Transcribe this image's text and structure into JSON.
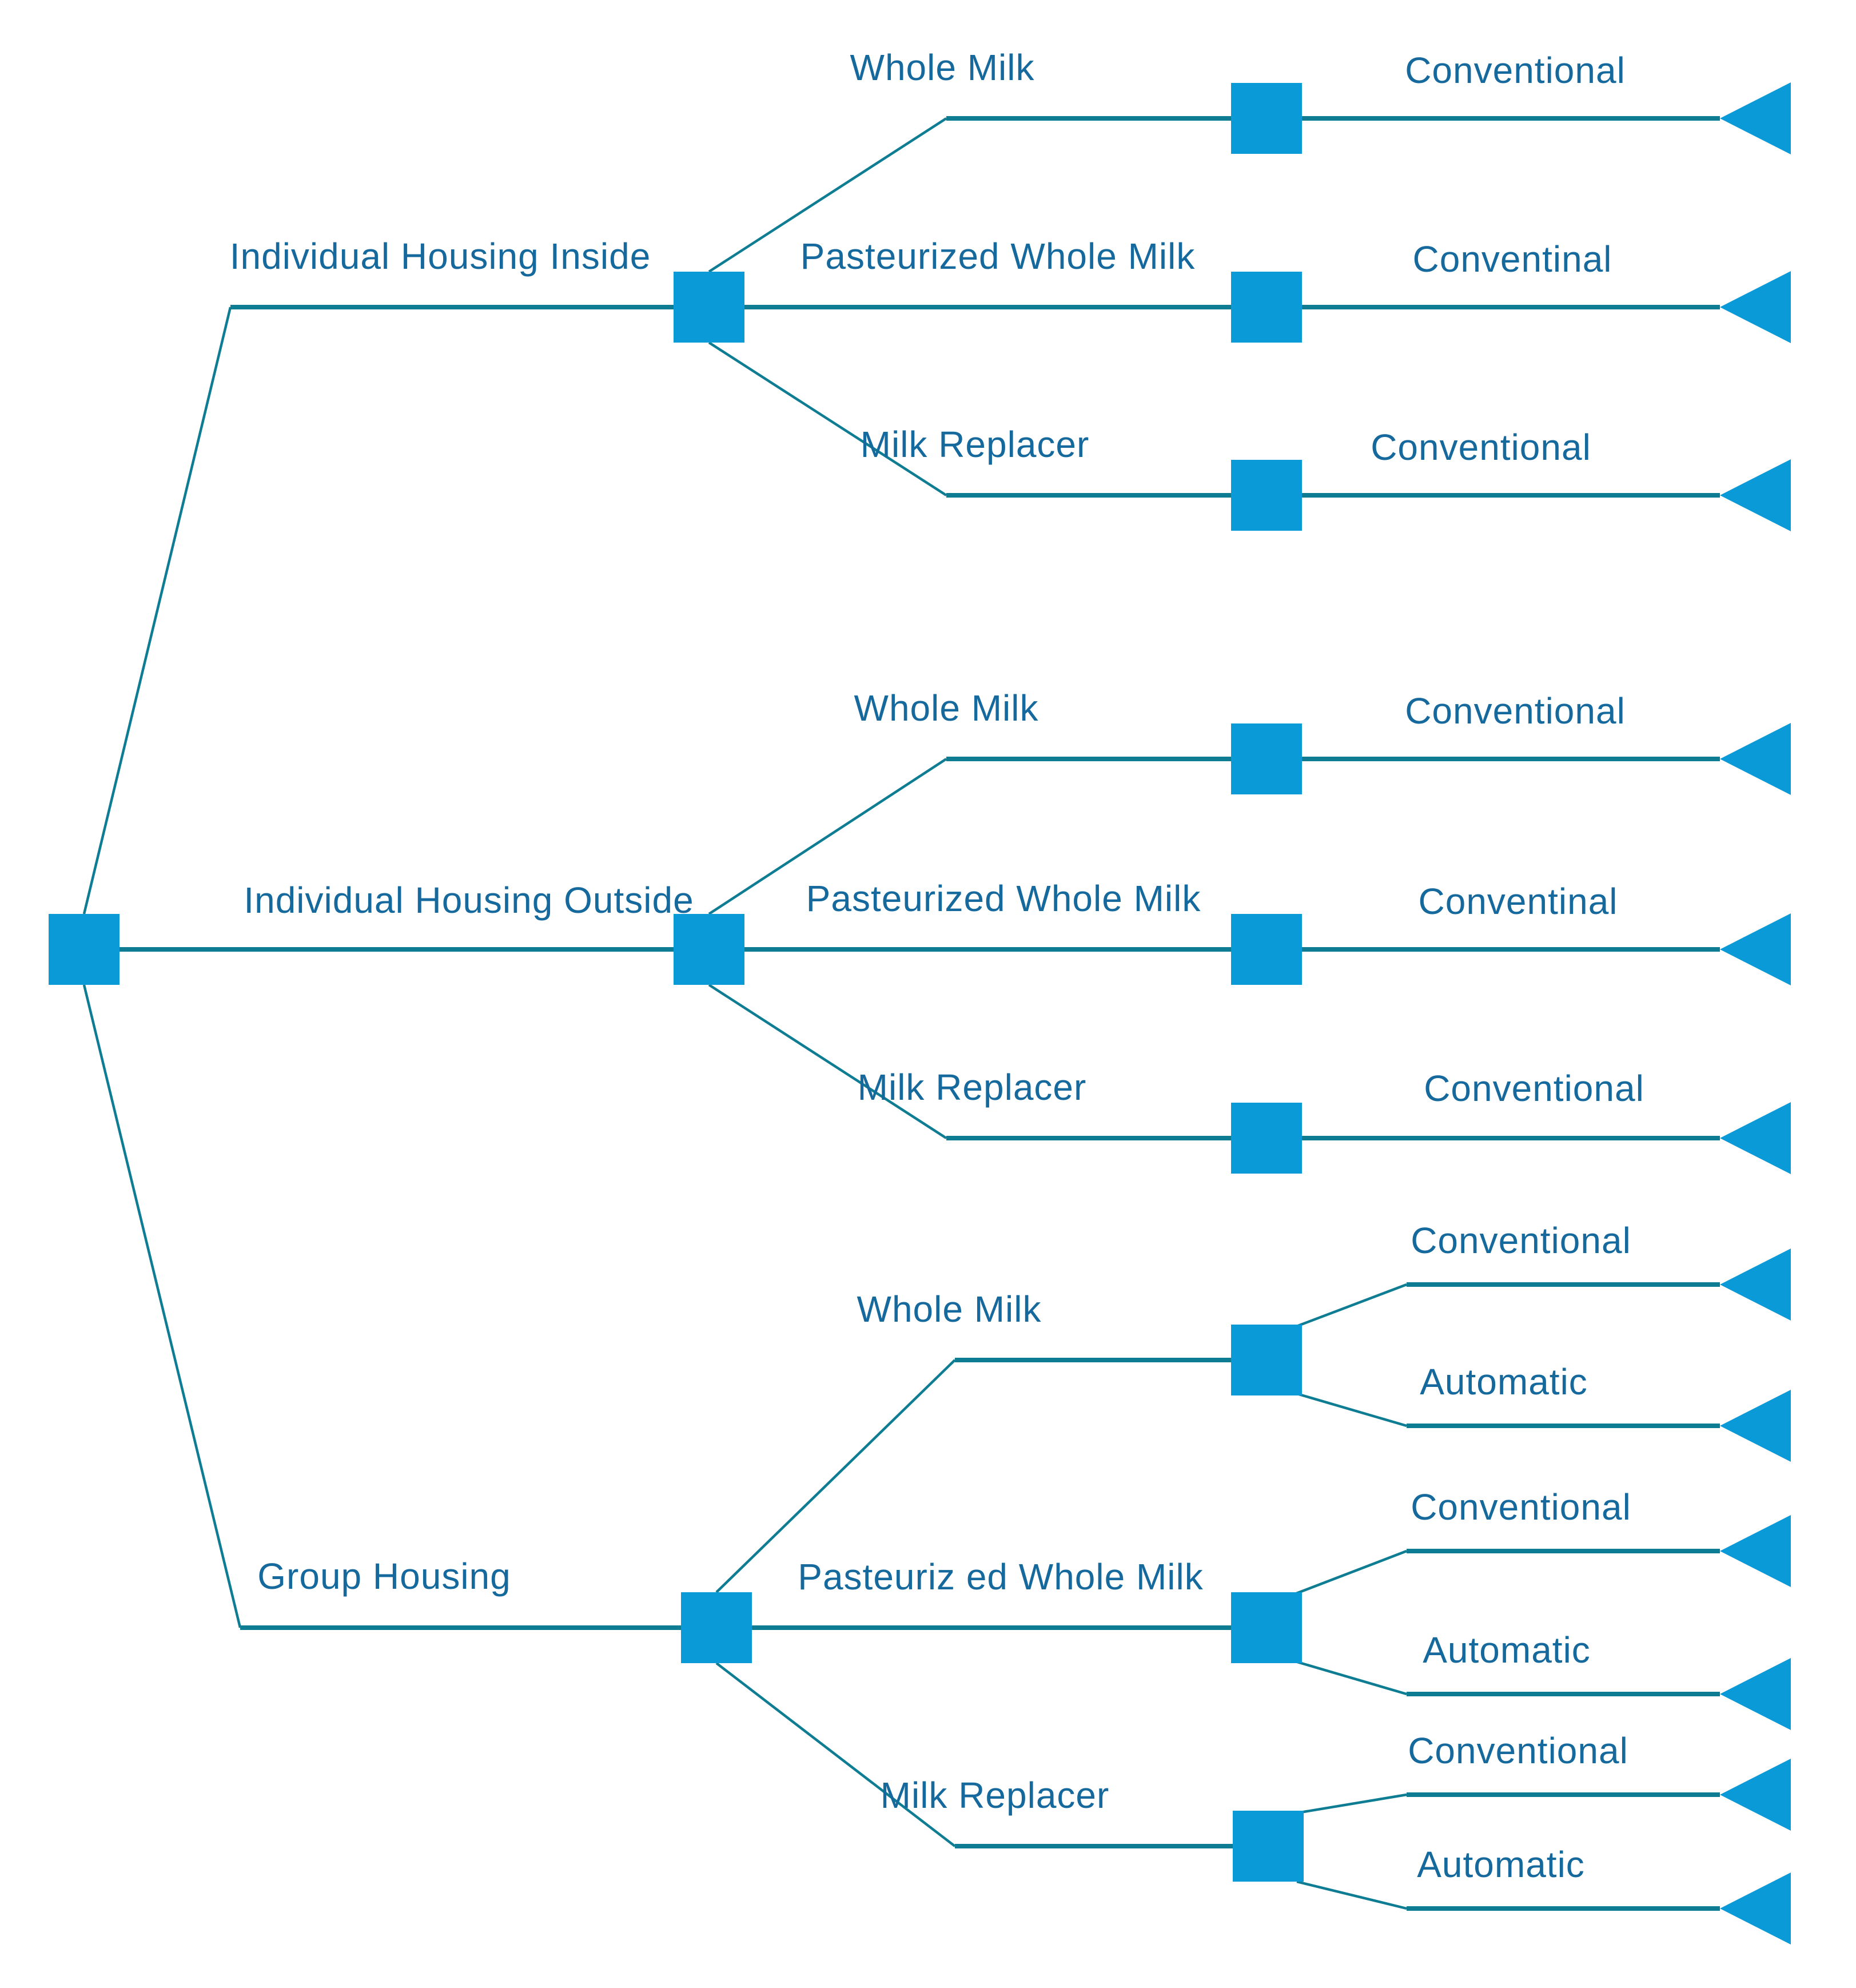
{
  "diagram": {
    "type": "decision-tree",
    "orientation": "left-to-right",
    "colors": {
      "node_fill": "#0A9AD8",
      "line": "#0E7D93",
      "label_text": "#15699C",
      "background": "#FFFFFF"
    },
    "node_shapes": {
      "internal": "square",
      "terminal": "left-pointing-triangle"
    },
    "root": {
      "label": ""
    },
    "branches": [
      {
        "label": "Individual Housing Inside",
        "children": [
          {
            "label": "Whole Milk",
            "children": [
              {
                "label": "Conventional"
              }
            ]
          },
          {
            "label": "Pasteurized Whole Milk",
            "children": [
              {
                "label": "Conventinal"
              }
            ]
          },
          {
            "label": "Milk Replacer",
            "children": [
              {
                "label": "Conventional"
              }
            ]
          }
        ]
      },
      {
        "label": "Individual Housing Outside",
        "children": [
          {
            "label": "Whole Milk",
            "children": [
              {
                "label": "Conventional"
              }
            ]
          },
          {
            "label": "Pasteurized Whole Milk",
            "children": [
              {
                "label": "Conventinal"
              }
            ]
          },
          {
            "label": "Milk Replacer",
            "children": [
              {
                "label": "Conventional"
              }
            ]
          }
        ]
      },
      {
        "label": "Group Housing",
        "children": [
          {
            "label": "Whole Milk",
            "children": [
              {
                "label": "Conventional"
              },
              {
                "label": "Automatic"
              }
            ]
          },
          {
            "label": "Pasteuriz ed Whole Milk",
            "children": [
              {
                "label": "Conventional"
              },
              {
                "label": "Automatic"
              }
            ]
          },
          {
            "label": "Milk Replacer",
            "children": [
              {
                "label": "Conventional"
              },
              {
                "label": "Automatic"
              }
            ]
          }
        ]
      }
    ]
  }
}
